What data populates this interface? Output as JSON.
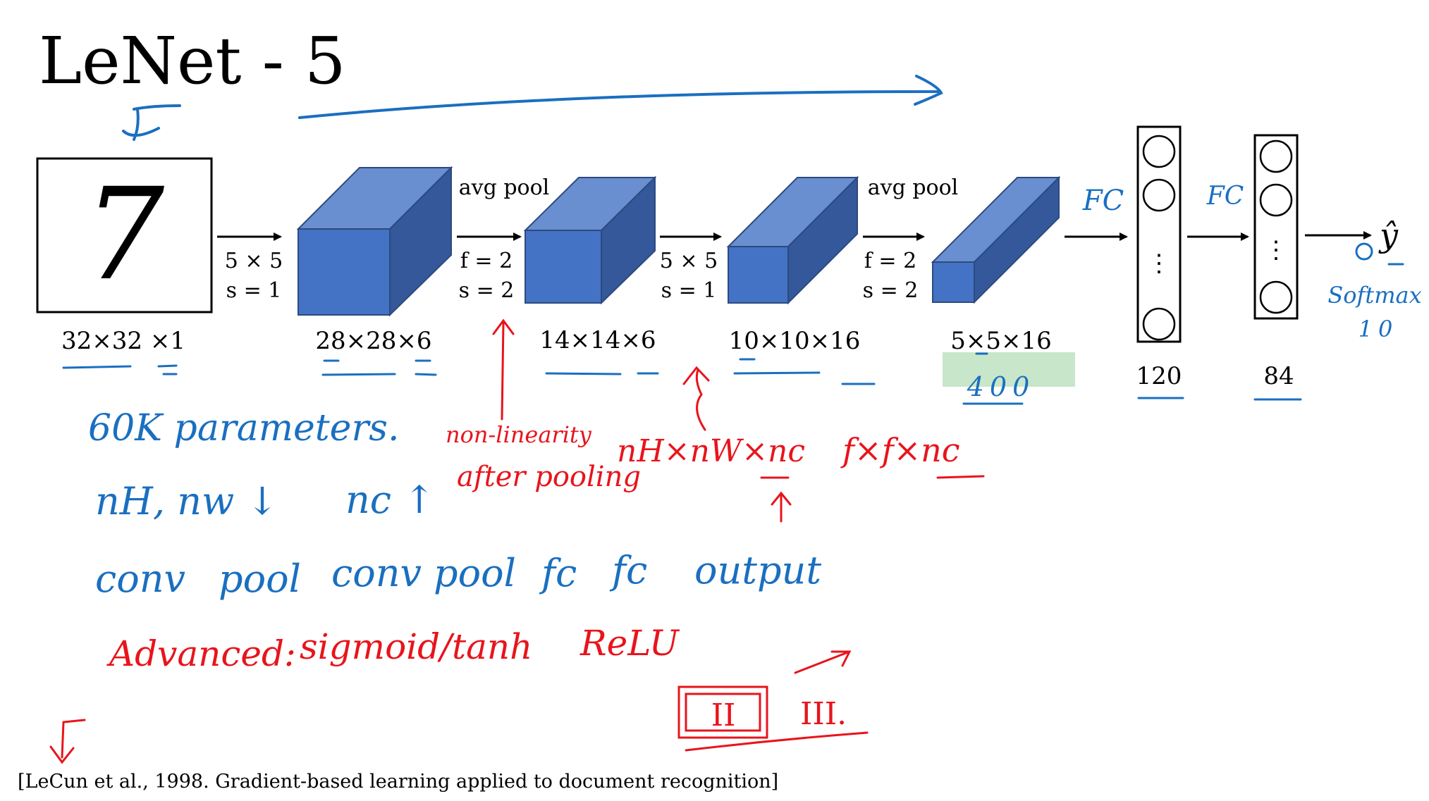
{
  "slide": {
    "title": "LeNet - 5",
    "citation": "[LeCun et al., 1998. Gradient-based learning applied to document recognition]"
  },
  "network": {
    "input": {
      "digit": "7",
      "dims": "32×32 ×1"
    },
    "op1": {
      "line1": "5 × 5",
      "line2": "s = 1"
    },
    "layer1": {
      "dims": "28×28×6"
    },
    "pool1": {
      "name": "avg pool",
      "line1": "f = 2",
      "line2": "s = 2"
    },
    "layer2": {
      "dims": "14×14×6"
    },
    "op2": {
      "line1": "5 × 5",
      "line2": "s = 1"
    },
    "layer3": {
      "dims": "10×10×16"
    },
    "pool2": {
      "name": "avg pool",
      "line1": "f = 2",
      "line2": "s = 2"
    },
    "layer4": {
      "dims": "5×5×16",
      "flattened": "400"
    },
    "fc1": {
      "units": "120",
      "dots": "⋮"
    },
    "fc2": {
      "units": "84",
      "dots": "⋮"
    },
    "output": {
      "symbol": "ŷ"
    }
  },
  "annotations": {
    "fc1_label": "FC",
    "fc2_label": "FC",
    "softmax": "Softmax",
    "softmax_n": "10",
    "params": "60K parameters.",
    "nh_nw": "nH, nw ↓",
    "nc_up": "nc ↑",
    "nonlinearity_1": "non-linearity",
    "nonlinearity_2": "after pooling",
    "shape_formula": "nH×nW×nc",
    "filter_formula": "f×f×nc",
    "sequence": [
      "conv",
      "pool",
      "conv",
      "pool",
      "fc",
      "fc",
      "output"
    ],
    "advanced": "Advanced:",
    "activation": "sigmoid/tanh",
    "relu": "ReLU",
    "section_ii": "II",
    "section_iii": "III."
  },
  "colors": {
    "cube_front": "#4472c4",
    "cube_top": "#6a8fd0",
    "cube_side": "#34589a",
    "cube_edge": "#2c4a80",
    "ink_blue": "#1a6fc0",
    "ink_red": "#e8141c",
    "highlight": "#c8e6c9"
  }
}
